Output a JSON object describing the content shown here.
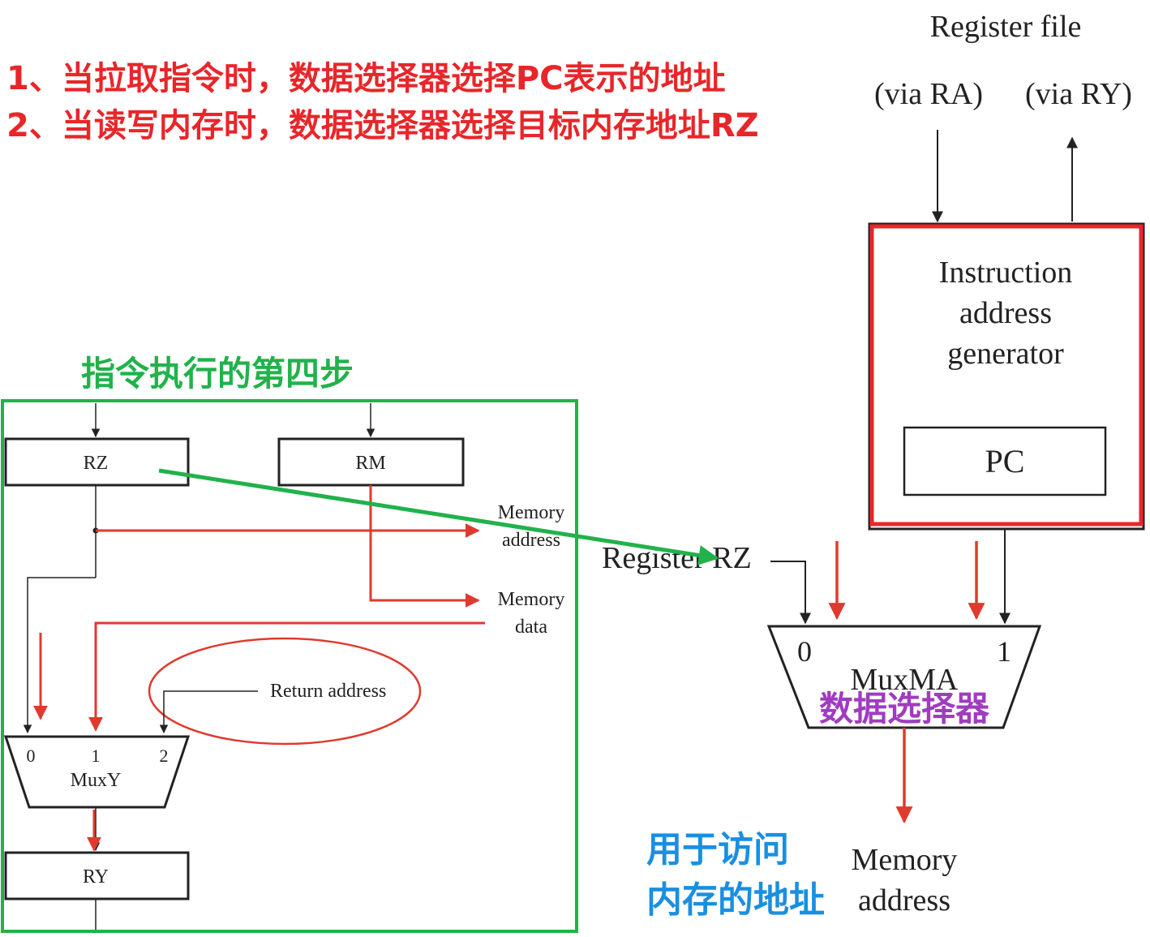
{
  "annotations": {
    "note1": "1、当拉取指令时，数据选择器选择PC表示的地址",
    "note2": "2、当读写内存时，数据选择器选择目标内存地址RZ",
    "step_title": "指令执行的第四步",
    "mux_label_cn": "数据选择器",
    "mem_access_line1": "用于访问",
    "mem_access_line2": "内存的地址"
  },
  "left_block": {
    "rz": "RZ",
    "rm": "RM",
    "mem_address_line1": "Memory",
    "mem_address_line2": "address",
    "mem_data_line1": "Memory",
    "mem_data_line2": "data",
    "return_address": "Return address",
    "muxy_label": "MuxY",
    "muxy_in0": "0",
    "muxy_in1": "1",
    "muxy_in2": "2",
    "ry": "RY"
  },
  "right_block": {
    "register_file": "Register file",
    "via_ra": "(via RA)",
    "via_ry": "(via RY)",
    "iag_line1": "Instruction",
    "iag_line2": "address",
    "iag_line3": "generator",
    "pc": "PC",
    "register_rz": "Register RZ",
    "muxma_label": "MuxMA",
    "muxma_in0": "0",
    "muxma_in1": "1",
    "mem_address_line1": "Memory",
    "mem_address_line2": "address"
  },
  "colors": {
    "note_red": "#e8262a",
    "highlight_green": "#21b24b",
    "flow_red": "#e03a2e",
    "purple": "#a03cc0",
    "blue": "#1a8fe0",
    "line_black": "#222222"
  }
}
